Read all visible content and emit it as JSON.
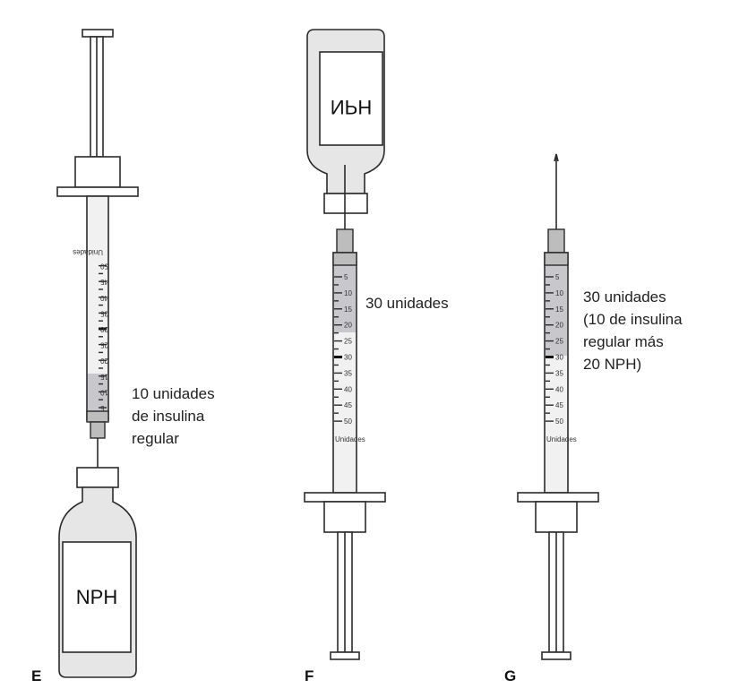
{
  "panels": [
    {
      "letter": "E",
      "vial_label": "NPH",
      "scale_unit": "Unidades",
      "scale_numbers": [
        "5",
        "10",
        "15",
        "20",
        "25",
        "30",
        "35",
        "40",
        "45",
        "50"
      ],
      "caption": [
        "10 unidades",
        "de insulina",
        "regular"
      ]
    },
    {
      "letter": "F",
      "vial_label": "NPH",
      "scale_unit": "Unidades",
      "scale_numbers": [
        "5",
        "10",
        "15",
        "20",
        "25",
        "30",
        "35",
        "40",
        "45",
        "50"
      ],
      "caption": [
        "30 unidades"
      ]
    },
    {
      "letter": "G",
      "scale_unit": "Unidades",
      "scale_numbers": [
        "5",
        "10",
        "15",
        "20",
        "25",
        "30",
        "35",
        "40",
        "45",
        "50"
      ],
      "caption": [
        "30 unidades",
        "(10 de insulina",
        "regular más",
        "20 NPH)"
      ]
    }
  ],
  "colors": {
    "ink": "#2b2b2b",
    "liquid": "#c8c8cc",
    "bottle": "#e6e6e6"
  },
  "icons": [
    "syringe-icon",
    "insulin-vial-icon",
    "needle-icon",
    "plunger-icon"
  ]
}
